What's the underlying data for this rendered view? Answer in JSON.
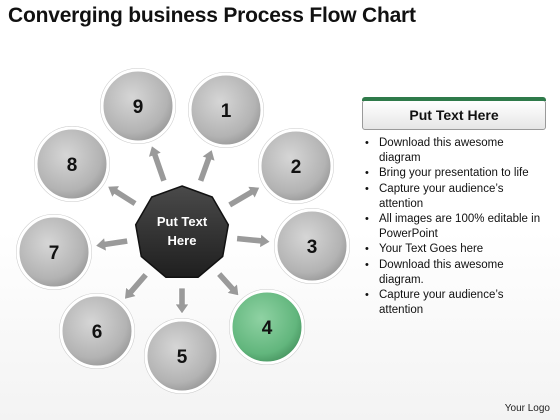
{
  "title": "Converging business Process Flow Chart",
  "center": {
    "line1": "Put Text",
    "line2": "Here"
  },
  "steps": [
    {
      "label": "1",
      "highlight": false
    },
    {
      "label": "2",
      "highlight": false
    },
    {
      "label": "3",
      "highlight": false
    },
    {
      "label": "4",
      "highlight": true
    },
    {
      "label": "5",
      "highlight": false
    },
    {
      "label": "6",
      "highlight": false
    },
    {
      "label": "7",
      "highlight": false
    },
    {
      "label": "8",
      "highlight": false
    },
    {
      "label": "9",
      "highlight": false
    }
  ],
  "panel": {
    "header": "Put Text Here",
    "bullets": [
      "Download this awesome diagram",
      "Bring your presentation to life",
      "Capture your audience’s attention",
      "All images are 100% editable in PowerPoint",
      "Your Text Goes here",
      "Download this awesome diagram.",
      "Capture your audience’s attention"
    ]
  },
  "footer": "Your Logo",
  "colors": {
    "circle": "#b4b4b4",
    "highlight": "#6cbf88",
    "center": "#2b2b2b",
    "accent_bar": "#2f7a4a"
  }
}
